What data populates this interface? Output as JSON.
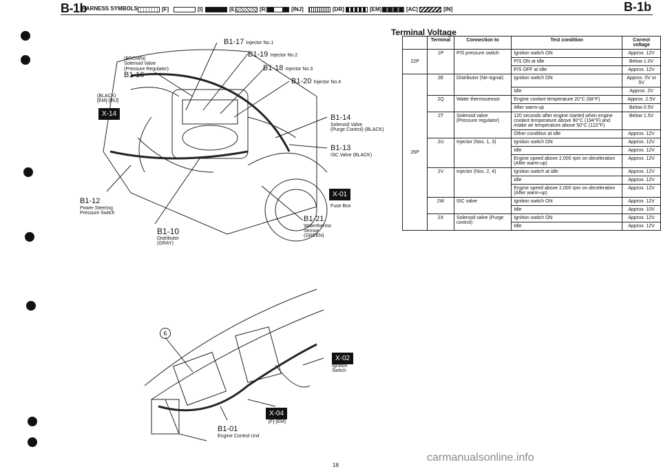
{
  "header": {
    "section_left": "B-1b",
    "harness_symbols_label": "HARNESS SYMBOLS :",
    "section_right": "B-1b",
    "symbols": [
      {
        "code": "[F]",
        "style": "hatched-light"
      },
      {
        "code": "[I]",
        "style": "outline"
      },
      {
        "code": "[E]",
        "style": "solid-dark"
      },
      {
        "code": "[R]",
        "style": "diagonal"
      },
      {
        "code": "[INJ]",
        "style": "dark-white-center"
      },
      {
        "code": "[DR]",
        "style": "vertical-stripe"
      },
      {
        "code": "[EM]",
        "style": "dotted-dark"
      },
      {
        "code": "[AC]",
        "style": "checker"
      },
      {
        "code": "[IN]",
        "style": "pattern"
      }
    ]
  },
  "engine_diagram": {
    "labels": {
      "b1_17": "B1-17",
      "b1_17_desc": "Injector No.1",
      "b1_19": "B1-19",
      "b1_19_desc": "Injector No.2",
      "b1_18": "B1-18",
      "b1_18_desc": "Injector No.3",
      "b1_20": "B1-20",
      "b1_20_desc": "Injector No.4",
      "b1_16_color": "(BROWN)",
      "b1_16_desc1": "Solenoid Valve",
      "b1_16_desc2": "(Pressure Regulator)",
      "b1_16": "B1-16",
      "x14_color": "(BLACK)",
      "x14_harness": "[EM]-[INJ]",
      "x14": "X-14",
      "b1_14": "B1-14",
      "b1_14_desc1": "Solenoid Valve",
      "b1_14_desc2": "(Purge Control) (BLACK)",
      "b1_13": "B1-13",
      "b1_13_desc": "ISC Valve (BLACK)",
      "b1_12": "B1-12",
      "b1_12_desc1": "Power Steering",
      "b1_12_desc2": "Pressure Switch",
      "x01": "X-01",
      "x01_desc": "Fuse Box",
      "b1_21": "B1-21",
      "b1_21_desc1": "Waterthermo",
      "b1_21_desc2": "Sensor",
      "b1_21_desc3": "(GREEN)",
      "b1_10": "B1-10",
      "b1_10_desc1": "Distributor",
      "b1_10_desc2": "(GRAY)"
    }
  },
  "dash_diagram": {
    "labels": {
      "circle6": "6",
      "x02": "X-02",
      "x02_desc1": "Ignition",
      "x02_desc2": "Switch",
      "x04": "X-04",
      "x04_harness": "[F]-[EM]",
      "b1_01": "B1-01",
      "b1_01_desc": "Engine Control Unit"
    }
  },
  "terminal_voltage": {
    "title": "Terminal Voltage",
    "headers": {
      "terminal": "Terminal",
      "connection": "Connection to",
      "test": "Test condition",
      "voltage": "Correct voltage"
    },
    "groups": [
      {
        "connector": "22P",
        "pins": [
          {
            "pin": "1P",
            "connection": "P/S pressure switch",
            "rows": [
              {
                "test": "Ignition switch ON",
                "volt": "Approx. 12V"
              },
              {
                "test": "P/S ON at idle",
                "volt": "Below 1.0V"
              },
              {
                "test": "P/S OFF at idle",
                "volt": "Approx. 12V"
              }
            ]
          }
        ]
      },
      {
        "connector": "26P",
        "pins": [
          {
            "pin": "2E",
            "connection": "Distributor (Ne-signal)",
            "rows": [
              {
                "test": "Ignition switch ON",
                "volt": "Approx. 0V or 5V"
              },
              {
                "test": "Idle",
                "volt": "Approx. 2V"
              }
            ]
          },
          {
            "pin": "2Q",
            "connection": "Water thermosensor",
            "rows": [
              {
                "test": "Engine coolant temperature 20°C (68°F)",
                "volt": "Approx. 2.5V"
              },
              {
                "test": "After warm-up",
                "volt": "Below 0.5V"
              }
            ]
          },
          {
            "pin": "2T",
            "connection": "Solenoid valve (Pressure regulator)",
            "rows": [
              {
                "test": "120 seconds after engine started when engine coolant temperature above 90°C (194°F) and intake air temperature above 50°C (122°F)",
                "volt": "Below 1.5V"
              },
              {
                "test": "Other condition at idle",
                "volt": "Approx. 12V"
              }
            ]
          },
          {
            "pin": "2U",
            "connection": "Injector (Nos. 1, 3)",
            "rows": [
              {
                "test": "Ignition switch ON",
                "volt": "Approx. 12V"
              },
              {
                "test": "Idle",
                "volt": "Approx. 12V"
              },
              {
                "test": "Engine speed above 2,000 rpm on deceleration (After warm-up)",
                "volt": "Approx. 12V"
              }
            ]
          },
          {
            "pin": "2V",
            "connection": "Injector (Nos. 2, 4)",
            "rows": [
              {
                "test": "Ignition switch at idle",
                "volt": "Approx. 12V"
              },
              {
                "test": "Idle",
                "volt": "Approx. 12V"
              },
              {
                "test": "Engine speed above 2,000 rpm on deceleration (After warm-up)",
                "volt": "Approx. 12V"
              }
            ]
          },
          {
            "pin": "2W",
            "connection": "ISC valve",
            "rows": [
              {
                "test": "Ignition switch ON",
                "volt": "Approx. 12V"
              },
              {
                "test": "Idle",
                "volt": "Approx. 10V"
              }
            ]
          },
          {
            "pin": "2X",
            "connection": "Solenoid valve (Purge control)",
            "rows": [
              {
                "test": "Ignition switch ON",
                "volt": "Approx. 12V"
              },
              {
                "test": "Idle",
                "volt": "Approx. 12V"
              }
            ]
          }
        ]
      }
    ]
  },
  "footer": {
    "watermark": "carmanualsonline.info",
    "page": "18"
  }
}
